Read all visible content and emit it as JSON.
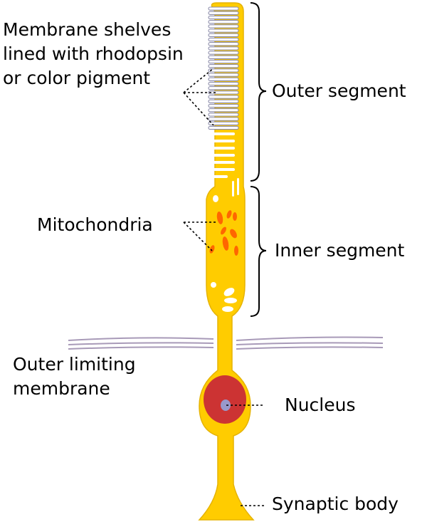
{
  "labels": {
    "membrane_shelves": [
      "Membrane shelves",
      "lined with rhodopsin",
      "or color pigment"
    ],
    "mitochondria": "Mitochondria",
    "outer_limiting": [
      "Outer limiting",
      "membrane"
    ],
    "outer_segment": "Outer segment",
    "inner_segment": "Inner segment",
    "nucleus": "Nucleus",
    "synaptic_body": "Synaptic body"
  },
  "colors": {
    "cell": "#ffcc00",
    "cell_outline": "#e6b300",
    "disc_outline": "#8c8caa",
    "mitochondria": "#ff6600",
    "nucleus": "#cc3333",
    "nucleolus": "#9999cc",
    "limiting_membrane": "#a89ab8"
  }
}
